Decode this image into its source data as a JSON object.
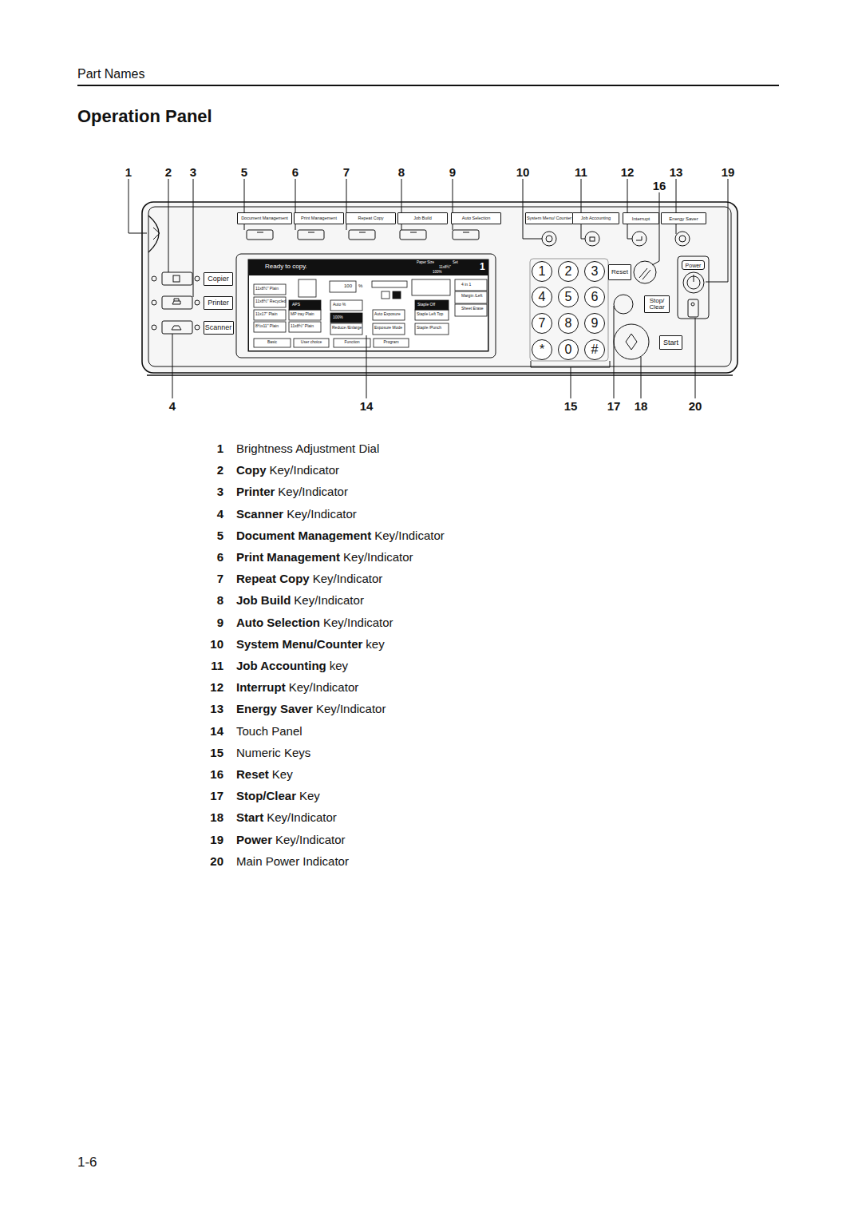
{
  "diagram": {
    "title": "Operation Panel",
    "nodes": [
      {
        "text": [
          "Document Management"
        ]
      },
      {
        "text": [
          "Print Management"
        ]
      },
      {
        "text": [
          "Repeat Copy"
        ]
      },
      {
        "text": [
          "Job Build"
        ]
      },
      {
        "text": [
          "Auto Selection"
        ]
      },
      {
        "text": [
          "System Menu/ Counter"
        ]
      },
      {
        "text": [
          "Job Accounting"
        ]
      },
      {
        "text": [
          "Interrupt"
        ]
      },
      {
        "text": [
          "Energy Saver"
        ]
      },
      {
        "text": [
          "Copier"
        ]
      },
      {
        "text": [
          "Printer"
        ]
      },
      {
        "text": [
          "Scanner"
        ]
      },
      {
        "text": [
          "Ready to copy."
        ]
      },
      {
        "text": [
          "1"
        ]
      },
      {
        "text": [
          "2"
        ]
      },
      {
        "text": [
          "3"
        ]
      },
      {
        "text": [
          "4"
        ]
      },
      {
        "text": [
          "5"
        ]
      },
      {
        "text": [
          "6"
        ]
      },
      {
        "text": [
          "7"
        ]
      },
      {
        "text": [
          "8"
        ]
      },
      {
        "text": [
          "9"
        ]
      },
      {
        "text": [
          "*"
        ]
      },
      {
        "text": [
          "0"
        ]
      },
      {
        "text": [
          "#"
        ]
      },
      {
        "text": [
          "Reset"
        ]
      },
      {
        "text": [
          "Stop/ Clear"
        ]
      },
      {
        "text": [
          "Start"
        ]
      },
      {
        "text": [
          "Power"
        ]
      }
    ],
    "labels": [
      "Part Names",
      "1-6",
      "1",
      "2",
      "3",
      "5",
      "6",
      "7",
      "8",
      "9",
      "10",
      "11",
      "12",
      "13",
      "19",
      "16",
      "4",
      "14",
      "15",
      "17",
      "18",
      "20",
      "Paper Size",
      "Set",
      "11x8½\"",
      "100%",
      "1",
      "11x8½\" Plain",
      "11x8½\" Recycled",
      "11x17\" Plain",
      "8½x11\" Plain",
      "APS",
      "MP tray Plain",
      "11x8½\" Plain",
      "100",
      "%",
      "Auto %",
      "100%",
      "Reduce /Enlarge",
      "Auto Exposure",
      "Exposure Mode",
      "Staple Off",
      "Staple Left Top",
      "Staple /Punch",
      "4 in 1",
      "Margin /Left",
      "Sheet Erase",
      "Basic",
      "User choice",
      "Function",
      "Program",
      "1",
      "Brightness Adjustment Dial",
      "2",
      "Copy",
      "Key/Indicator",
      "3",
      "Printer",
      "Key/Indicator",
      "4",
      "Scanner",
      "Key/Indicator",
      "5",
      "Document Management",
      "Key/Indicator",
      "6",
      "Print Management",
      "Key/Indicator",
      "7",
      "Repeat Copy",
      "Key/Indicator",
      "8",
      "Job Build",
      "Key/Indicator",
      "9",
      "Auto Selection",
      "Key/Indicator",
      "10",
      "System Menu/Counter",
      "key",
      "11",
      "Job Accounting",
      "key",
      "12",
      "Interrupt",
      "Key/Indicator",
      "13",
      "Energy Saver",
      "Key/Indicator",
      "14",
      "Touch Panel",
      "15",
      "Numeric Keys",
      "16",
      "Reset",
      "Key",
      "17",
      "Stop/Clear",
      "Key",
      "18",
      "Start",
      "Key/Indicator",
      "19",
      "Power",
      "Key/Indicator",
      "20",
      "Main Power Indicator"
    ]
  }
}
